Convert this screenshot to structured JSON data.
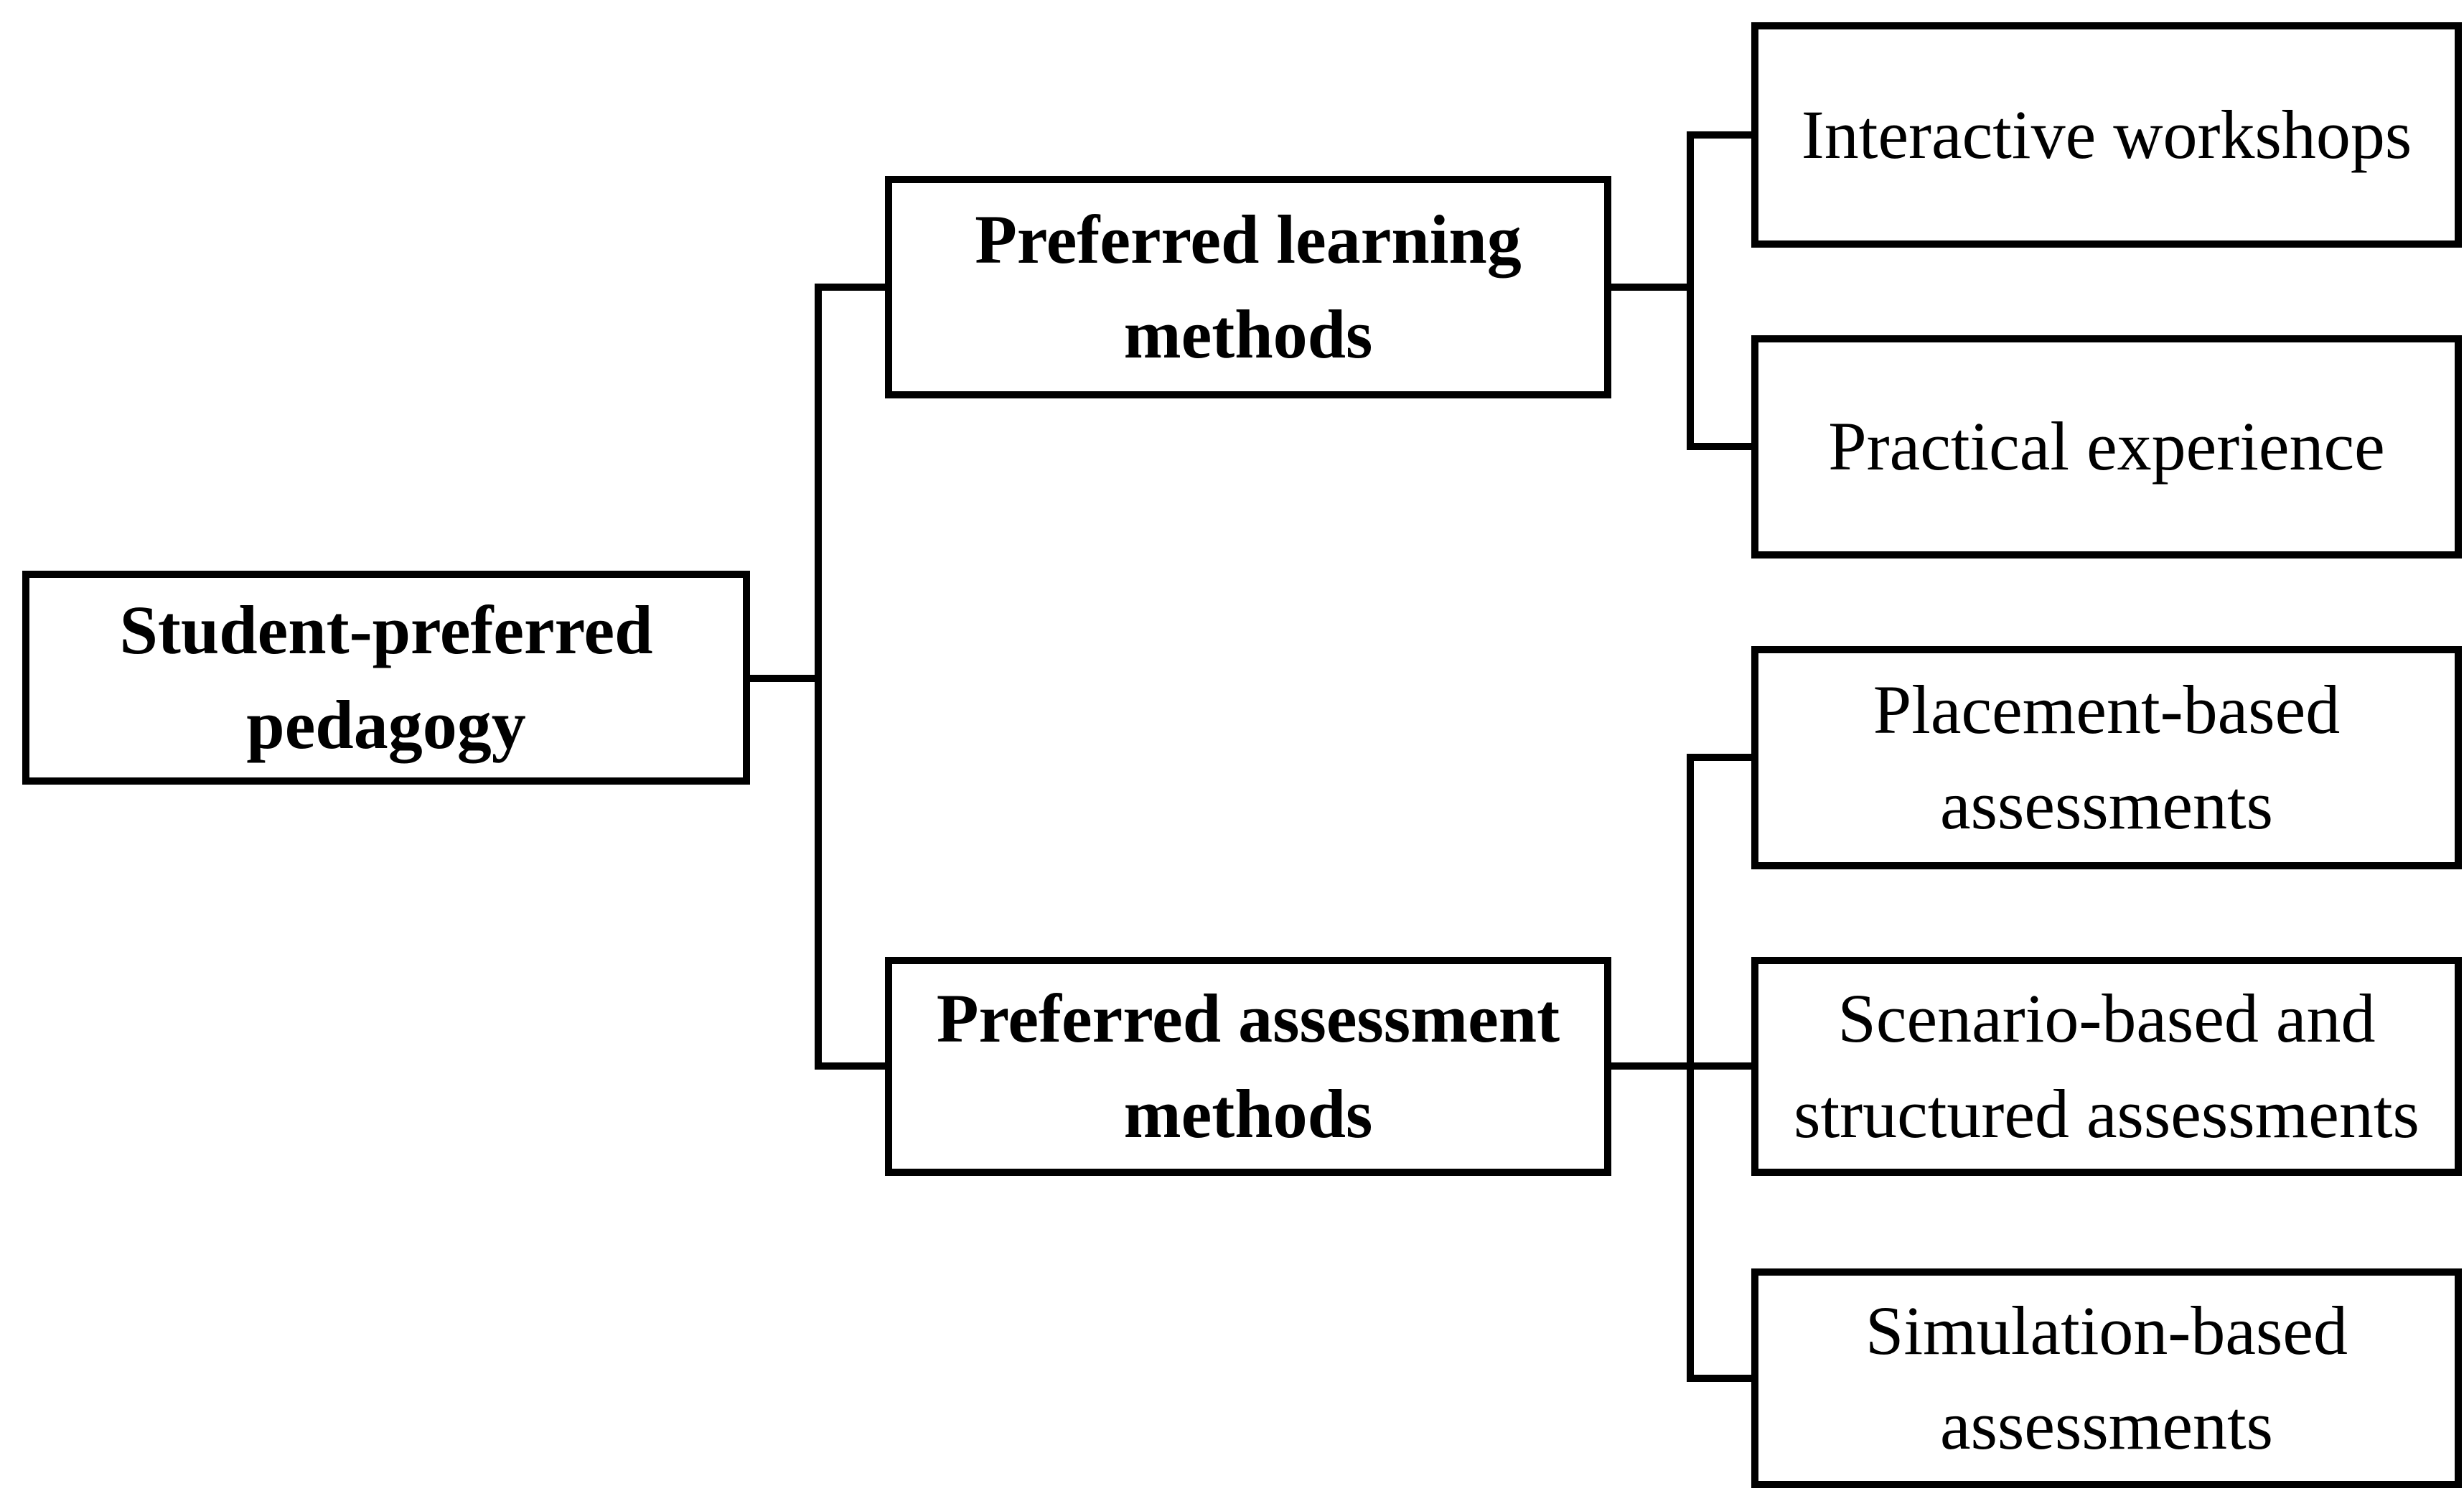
{
  "figure": {
    "background_color": "#ffffff",
    "line_color": "#000000",
    "text_color": "#000000",
    "root": {
      "label": "Student-preferred\npedagogy"
    },
    "branches": [
      {
        "label": "Preferred learning\nmethods",
        "children": [
          {
            "label": "Interactive workshops"
          },
          {
            "label": "Practical experience"
          }
        ]
      },
      {
        "label": "Preferred assessment\nmethods",
        "children": [
          {
            "label": "Placement-based\nassessments"
          },
          {
            "label": "Scenario-based and\nstructured assessments"
          },
          {
            "label": "Simulation-based\nassessments"
          }
        ]
      }
    ]
  }
}
